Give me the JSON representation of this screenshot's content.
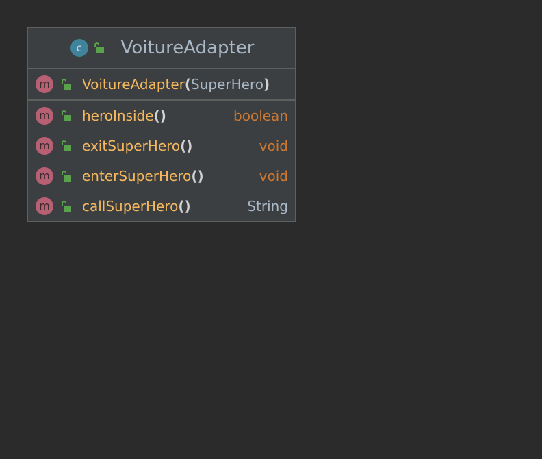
{
  "class": {
    "stereotype_glyph": "c",
    "icon": "class-icon",
    "visibility_icon": "public-lock-icon",
    "name": "VoitureAdapter",
    "colors": {
      "background": "#2b2b2b",
      "box_fill": "#3c3f41",
      "border": "#5e6060",
      "class_icon": "#40839c",
      "method_icon": "#b86073",
      "lock": "#59a14a",
      "method_name": "#f5b85f",
      "keyword_type": "#cc7832",
      "plain_type": "#a9b7c6"
    }
  },
  "constructors": [
    {
      "glyph": "m",
      "name": "VoitureAdapter",
      "open_paren": "(",
      "param": "SuperHero",
      "close_paren": ")"
    }
  ],
  "methods": [
    {
      "glyph": "m",
      "name": "heroInside",
      "parens": "()",
      "return_type": "boolean",
      "type_kind": "keyword"
    },
    {
      "glyph": "m",
      "name": "exitSuperHero",
      "parens": "()",
      "return_type": "void",
      "type_kind": "keyword"
    },
    {
      "glyph": "m",
      "name": "enterSuperHero",
      "parens": "()",
      "return_type": "void",
      "type_kind": "keyword"
    },
    {
      "glyph": "m",
      "name": "callSuperHero",
      "parens": "()",
      "return_type": "String",
      "type_kind": "plain"
    }
  ]
}
